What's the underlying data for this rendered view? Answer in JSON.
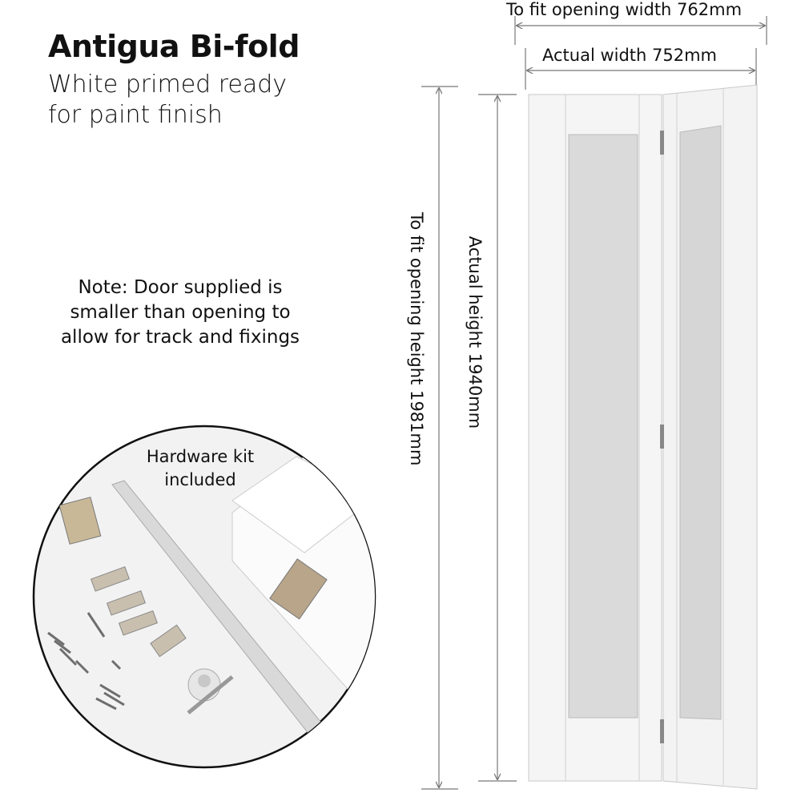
{
  "header": {
    "title": "Antigua Bi-fold",
    "subtitle_line1": "White primed ready",
    "subtitle_line2": "for paint finish"
  },
  "note": {
    "line1": "Note: Door supplied is",
    "line2": "smaller than opening to",
    "line3": "allow for track and fixings"
  },
  "dimensions": {
    "opening_width": "To fit opening width 762mm",
    "actual_width": "Actual width 752mm",
    "opening_height": "To fit opening height 1981mm",
    "actual_height": "Actual height 1940mm"
  },
  "hardware": {
    "line1": "Hardware kit",
    "line2": "included"
  },
  "colors": {
    "door": "#f4f4f4",
    "glass": "#dcdcdc",
    "dim_line": "#777777"
  }
}
